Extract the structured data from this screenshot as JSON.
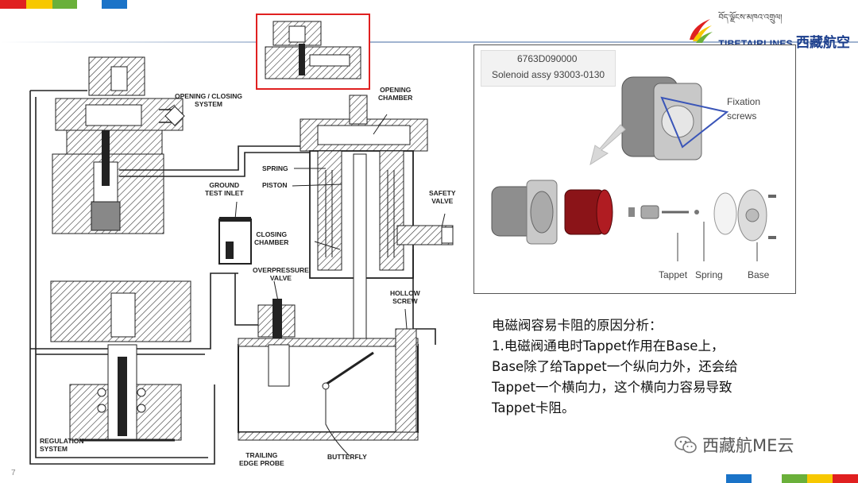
{
  "colors": {
    "bar_red": "#e02020",
    "bar_yellow": "#f7c800",
    "bar_green": "#6ab03a",
    "bar_blue": "#1a73c8",
    "header_line": "#a0b4d0",
    "inset_border": "#e02020",
    "brand_blue": "#1a3d8c"
  },
  "header": {
    "logo_tibetan": "བོད་ལྗོངས་མཁའ་འགྲུལ།",
    "logo_en": "TIBETAIRLINES",
    "logo_cn": "西藏航空"
  },
  "diagram": {
    "labels": {
      "opening_closing": "OPENING / CLOSING\nSYSTEM",
      "opening_chamber": "OPENING\nCHAMBER",
      "spring": "SPRING",
      "piston": "PISTON",
      "ground_test_inlet": "GROUND\nTEST INLET",
      "safety_valve": "SAFETY\nVALVE",
      "closing_chamber": "CLOSING\nCHAMBER",
      "overpressure_valve": "OVERPRESSURE\nVALVE",
      "hollow_screw": "HOLLOW\nSCREW",
      "regulation_system": "REGULATION\nSYSTEM",
      "trailing_edge_probe": "TRAILING\nEDGE PROBE",
      "butterfly": "BUTTERFLY"
    }
  },
  "photo": {
    "part_number": "6763D090000",
    "part_name": "Solenoid assy 93003-0130",
    "fixation": "Fixation\nscrews",
    "tappet": "Tappet",
    "spring": "Spring",
    "base": "Base"
  },
  "notes": {
    "line1": "电磁阀容易卡阻的原因分析：",
    "line2": "1.电磁阀通电时Tappet作用在Base上，",
    "line3": "Base除了给Tappet一个纵向力外，还会给",
    "line4": "Tappet一个横向力，这个横向力容易导致",
    "line5": "Tappet卡阻。"
  },
  "page_number": "7",
  "watermark": "西藏航ME云"
}
